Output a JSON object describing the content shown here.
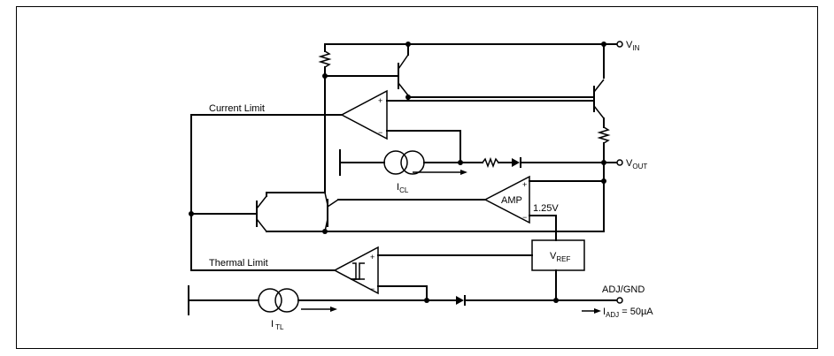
{
  "labels": {
    "vin": "V",
    "vin_sub": "IN",
    "vout": "V",
    "vout_sub": "OUT",
    "current_limit": "Current Limit",
    "thermal_limit": "Thermal Limit",
    "icl": "I",
    "icl_sub": "CL",
    "itl": "I",
    "itl_sub": "TL",
    "amp": "AMP",
    "v125": "1.25V",
    "vref": "V",
    "vref_sub": "REF",
    "adj_gnd": "ADJ/GND",
    "iadj": "I",
    "iadj_sub": "ADJ",
    "iadj_value": " = 50µA",
    "plus": "+",
    "minus": "−"
  }
}
